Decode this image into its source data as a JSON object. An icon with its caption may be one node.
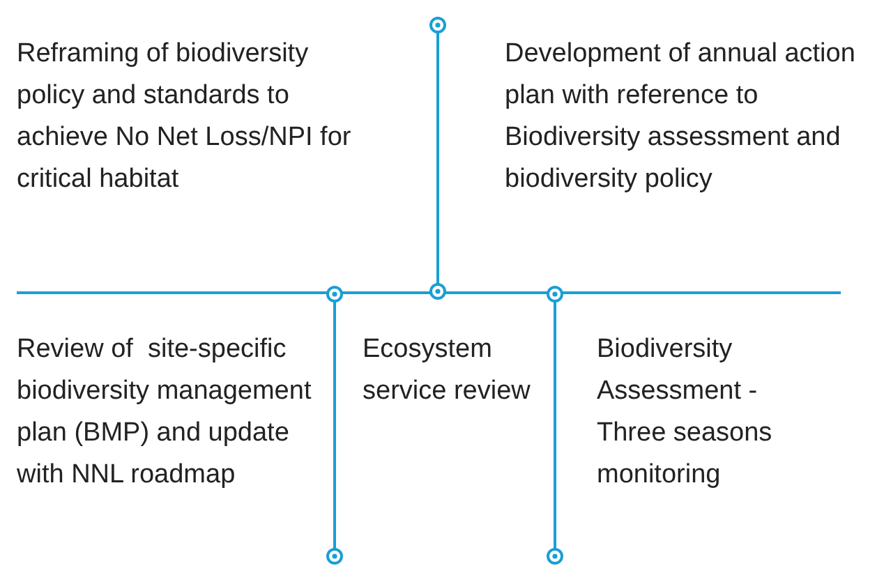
{
  "diagram": {
    "labels": [
      "Reframing of biodiversity policy and standards to achieve No Net Loss/NPI for critical habitat",
      "Development of annual action plan with reference to Biodiversity assessment and biodiversity policy",
      "Review of  site-specific biodiversity management plan (BMP) and update with NNL roadmap",
      "Ecosystem service review",
      "Biodiversity Assessment - Three seasons monitoring"
    ]
  }
}
